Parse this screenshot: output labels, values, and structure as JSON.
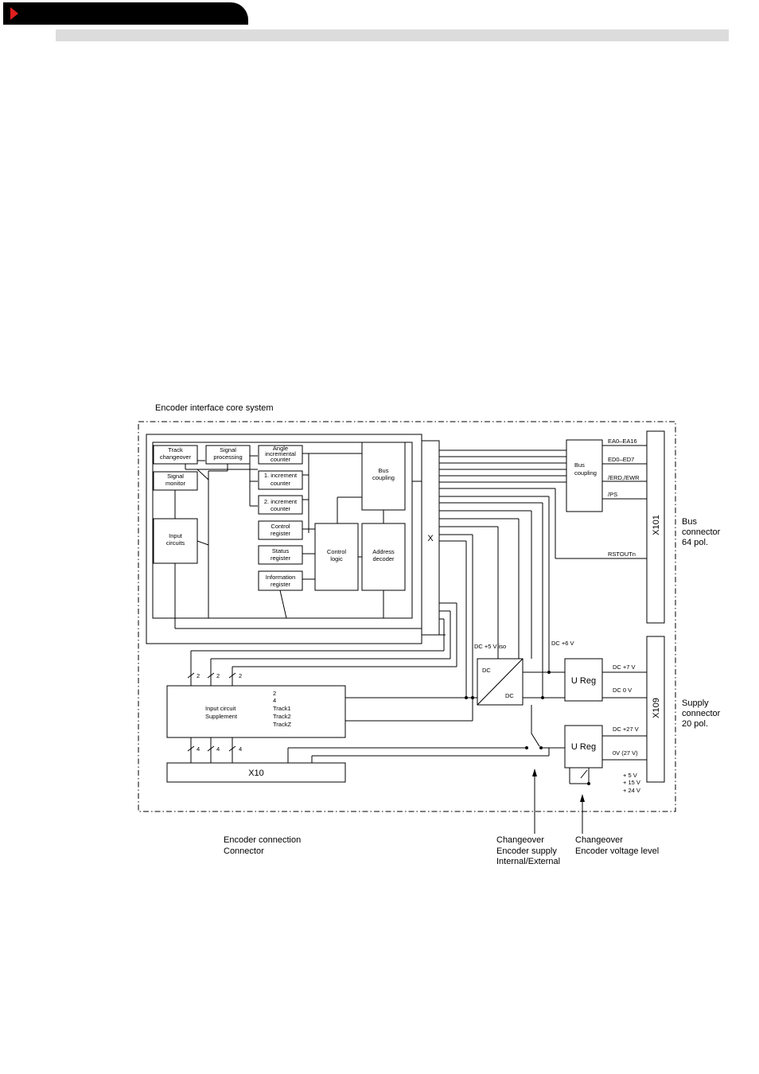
{
  "header": {
    "accent_color": "#e01e1e",
    "bar_color": "#dcdcdc"
  },
  "diagram": {
    "title": "Encoder interface core system",
    "blocks": {
      "track_changeover": [
        "Track",
        "changeover"
      ],
      "signal_processing": [
        "Signal",
        "processing"
      ],
      "angle_counter": [
        "Angle",
        "incremental",
        "counter"
      ],
      "signal_monitor": [
        "Signal",
        "monitor"
      ],
      "increment_counter_1": [
        "1. increment",
        "counter"
      ],
      "increment_counter_2": [
        "2. increment",
        "counter"
      ],
      "input_circuits": [
        "Input",
        "circuits"
      ],
      "control_register": [
        "Control",
        "register"
      ],
      "status_register": [
        "Status",
        "register"
      ],
      "information_register": [
        "Information",
        "register"
      ],
      "bus_coupling_inner": [
        "Bus",
        "coupling"
      ],
      "control_logic": [
        "Control",
        "logic"
      ],
      "address_decoder": [
        "Address",
        "decoder"
      ],
      "x_label": "X",
      "bus_coupling_outer": [
        "Bus",
        "coupling"
      ],
      "x101": "X101",
      "x109": "X109",
      "dc_converter_in": "DC",
      "dc_converter_out": "DC",
      "u_reg_1": "U Reg",
      "u_reg_2": "U Reg",
      "input_circuit_supplement": [
        "Input circuit",
        "Supplement"
      ],
      "track_list": [
        "2",
        "4",
        "Track1",
        "Track2",
        "TrackZ"
      ],
      "x10": "X10"
    },
    "signals": {
      "ea": "EA0–EA16",
      "ed": "ED0–ED7",
      "erd": "/ERD,/EWR",
      "ps": "/PS",
      "rstout": "RSTOUTn",
      "dc_5v_iso": "DC +5 V iso",
      "dc_6v": "DC +6 V",
      "dc_7v": "DC +7 V",
      "dc_0v": "DC 0 V",
      "dc_27v": "DC +27 V",
      "zero_27v": "0V (27 V)",
      "v5": "+ 5 V",
      "v15": "+ 15 V",
      "v24": "+ 24 V"
    },
    "bus_counts": {
      "upper": [
        "2",
        "2",
        "2"
      ],
      "lower": [
        "4",
        "4",
        "4"
      ]
    },
    "side_labels": {
      "bus_connector": [
        "Bus",
        "connector",
        "64 pol."
      ],
      "supply_connector": [
        "Supply",
        "connector",
        "20 pol."
      ]
    },
    "bottom_labels": {
      "encoder_connection": [
        "Encoder connection",
        "Connector"
      ],
      "changeover_supply": [
        "Changeover",
        "Encoder supply",
        "Internal/External"
      ],
      "changeover_level": [
        "Changeover",
        "Encoder voltage level"
      ]
    }
  }
}
